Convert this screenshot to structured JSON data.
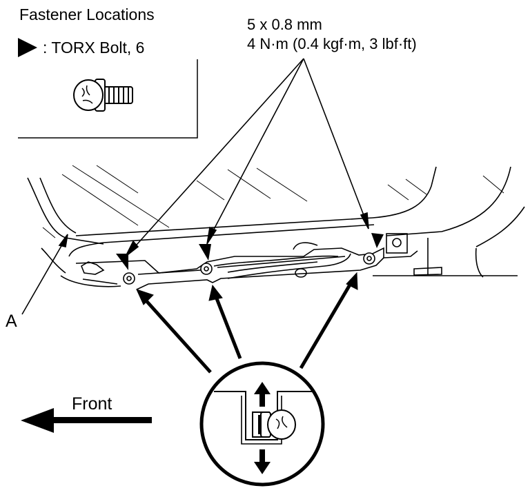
{
  "legend": {
    "title": "Fastener Locations",
    "marker_label": ": TORX Bolt, 6"
  },
  "spec": {
    "size": "5 x 0.8 mm",
    "torque": "4 N·m (0.4 kgf·m, 3 lbf·ft)"
  },
  "callout_label": "A",
  "direction_label": "Front",
  "colors": {
    "ink": "#000000",
    "paper": "#ffffff"
  }
}
